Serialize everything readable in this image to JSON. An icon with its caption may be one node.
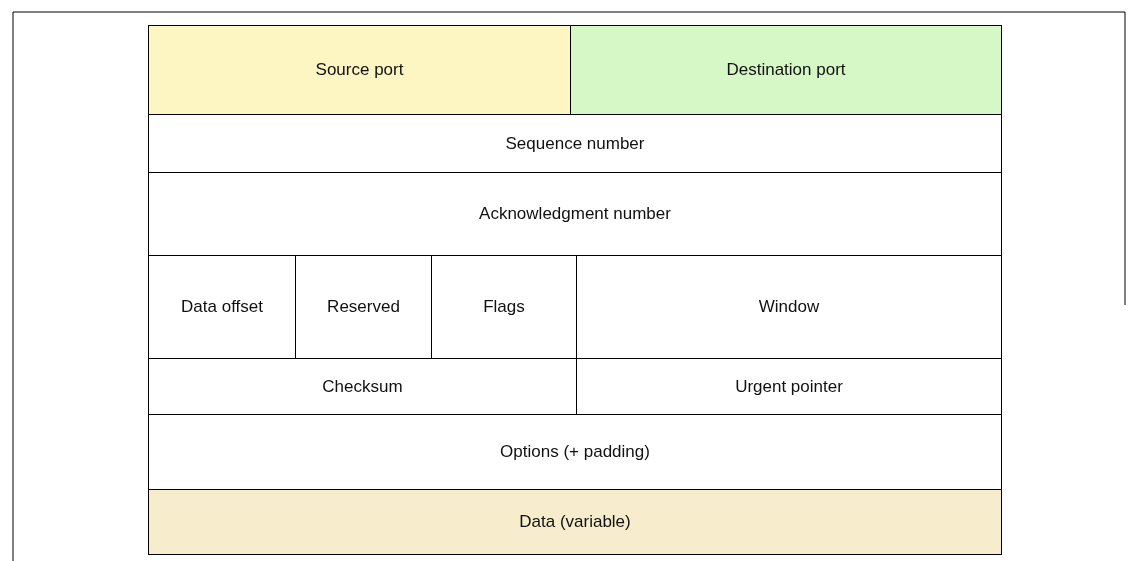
{
  "diagram": {
    "nodes": [
      {
        "text": [
          "Source port"
        ]
      },
      {
        "text": [
          "Destination port"
        ]
      },
      {
        "text": [
          "Sequence number"
        ]
      },
      {
        "text": [
          "Acknowledgment number"
        ]
      },
      {
        "text": [
          "Data offset"
        ]
      },
      {
        "text": [
          "Reserved"
        ]
      },
      {
        "text": [
          "Flags"
        ]
      },
      {
        "text": [
          "Window"
        ]
      },
      {
        "text": [
          "Checksum"
        ]
      },
      {
        "text": [
          "Urgent pointer"
        ]
      },
      {
        "text": [
          "Options (+ padding)"
        ]
      },
      {
        "text": [
          "Data (variable)"
        ]
      }
    ]
  }
}
